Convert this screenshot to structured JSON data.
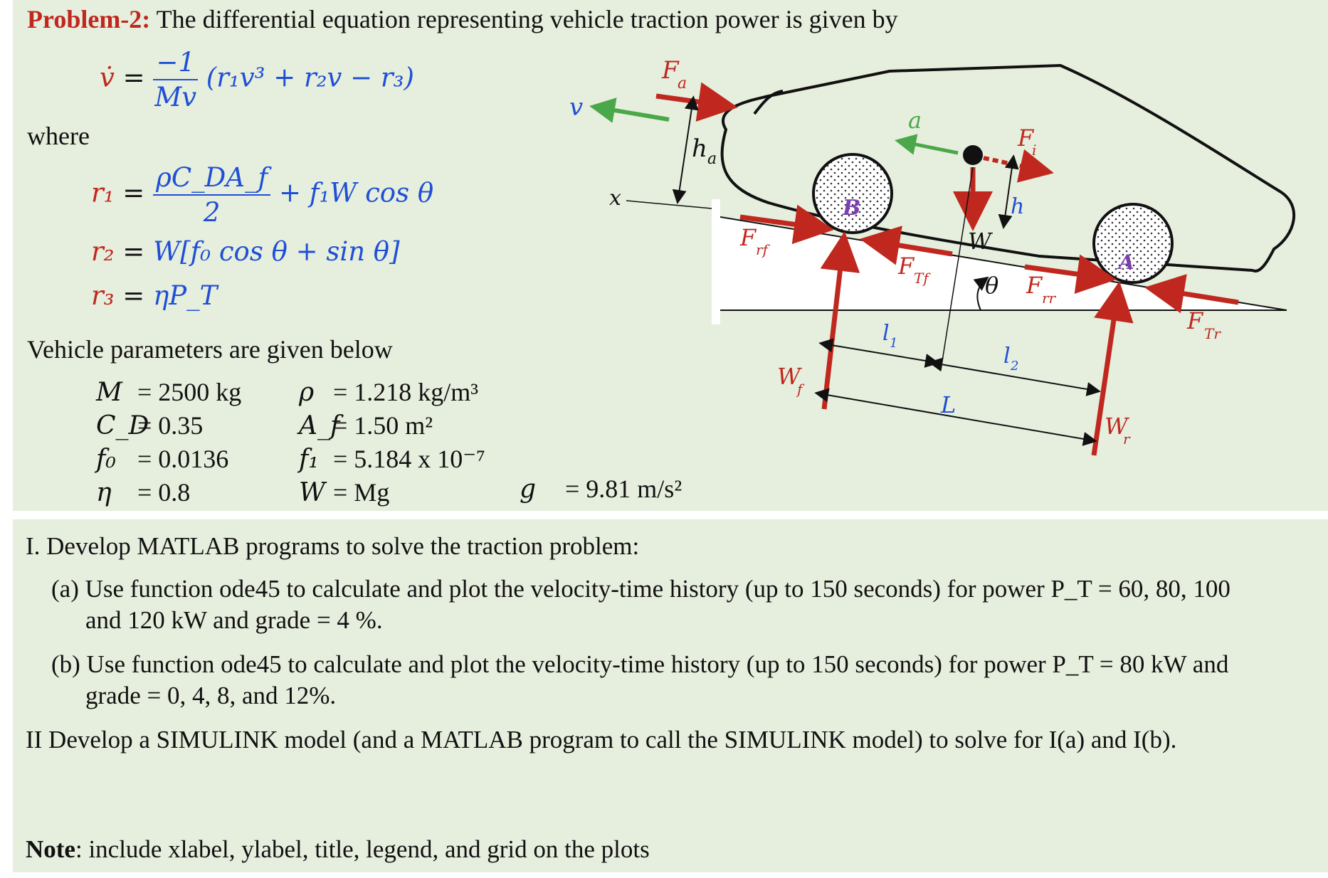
{
  "problem": {
    "label": "Problem-2:",
    "statement": "The differential equation representing vehicle traction power is given by"
  },
  "equations": {
    "main_lhs": "v̇",
    "main_eq": "=",
    "main_num": "−1",
    "main_den": "Mv",
    "main_rest": "(r₁v³ + r₂v − r₃)",
    "where": "where",
    "r1_lhs": "r₁",
    "r1_num": "ρC_DA_f",
    "r1_den": "2",
    "r1_rest": "+ f₁W cos θ",
    "r2_lhs": "r₂",
    "r2_rhs": "W[f₀ cos θ + sin θ]",
    "r3_lhs": "r₃",
    "r3_rhs": "ηP_T"
  },
  "parameters": {
    "heading": "Vehicle parameters are given below",
    "col1": [
      {
        "sym": "M",
        "val": "= 2500 kg"
      },
      {
        "sym": "C_D",
        "val": "= 0.35"
      },
      {
        "sym": "f₀",
        "val": "= 0.0136"
      },
      {
        "sym": "η",
        "val": "= 0.8"
      }
    ],
    "col2": [
      {
        "sym": "ρ",
        "val": "= 1.218 kg/m³"
      },
      {
        "sym": "A_f",
        "val": "= 1.50 m²"
      },
      {
        "sym": "f₁",
        "val": "= 5.184 x 10⁻⁷"
      },
      {
        "sym": "W",
        "val": "= Mg"
      }
    ],
    "g_sym": "g",
    "g_val": "= 9.81 m/s²"
  },
  "diagram": {
    "v": "v",
    "Fa": "F",
    "Fa_sub": "a",
    "ha": "h",
    "ha_sub": "a",
    "x": "x",
    "a": "a",
    "Fi": "F",
    "Fi_sub": "i",
    "h": "h",
    "B": "B",
    "A": "A",
    "W": "W",
    "Frf": "F",
    "Frf_sub": "rf",
    "FTf": "F",
    "FTf_sub": "Tf",
    "theta": "θ",
    "Frr": "F",
    "Frr_sub": "rr",
    "FTr": "F",
    "FTr_sub": "Tr",
    "l1": "l",
    "l1_sub": "1",
    "l2": "l",
    "l2_sub": "2",
    "L": "L",
    "Wf": "W",
    "Wf_sub": "f",
    "Wr": "W",
    "Wr_sub": "r"
  },
  "tasks": {
    "I": "I.  Develop MATLAB programs to solve the traction problem:",
    "a1": "(a) Use function ode45 to calculate and plot the velocity-time history (up to 150 seconds) for power P_T = 60, 80, 100",
    "a2": "and 120 kW and grade = 4 %.",
    "b1": "(b) Use function ode45 to calculate and plot the velocity-time history (up to 150 seconds) for power P_T = 80 kW and",
    "b2": "grade = 0, 4, 8, and 12%.",
    "II": "II  Develop a SIMULINK model (and a MATLAB program to call the SIMULINK model) to solve for I(a) and I(b).",
    "note_label": "Note",
    "note_text": ": include xlabel, ylabel, title, legend, and grid on the plots"
  },
  "colors": {
    "panel": "#e6eedd",
    "red": "#c0281f",
    "blue": "#1f4fd6",
    "green": "#4aa84a",
    "purple": "#7a3fb0"
  }
}
